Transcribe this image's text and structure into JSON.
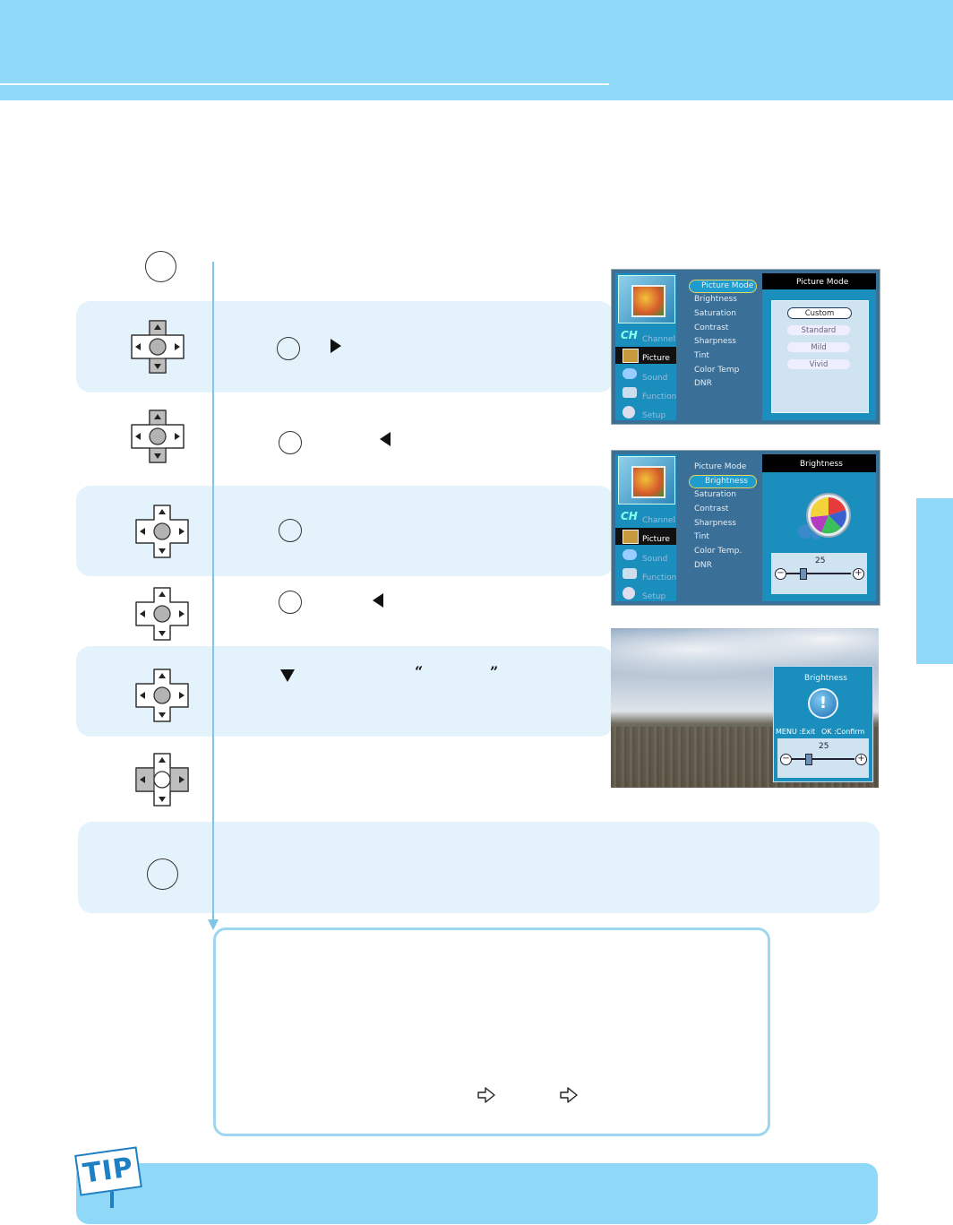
{
  "osd1": {
    "categories": [
      "Channel",
      "Picture",
      "Sound",
      "Function",
      "Setup"
    ],
    "menu_items": [
      "Picture Mode",
      "Brightness",
      "Saturation",
      "Contrast",
      "Sharpness",
      "Tint",
      "Color Temp",
      "DNR"
    ],
    "selected_item": "Picture Mode",
    "panel_title": "Picture Mode",
    "options": [
      "Custom",
      "Standard",
      "Mild",
      "Vivid"
    ],
    "selected_option": "Custom"
  },
  "osd2": {
    "categories": [
      "Channel",
      "Picture",
      "Sound",
      "Function",
      "Setup"
    ],
    "menu_items": [
      "Picture Mode",
      "Brightness",
      "Saturation",
      "Contrast",
      "Sharpness",
      "Tint",
      "Color Temp.",
      "DNR"
    ],
    "selected_item": "Brightness",
    "panel_title": "Brightness",
    "slider_value": "25",
    "slider_fraction": 0.25
  },
  "osd3": {
    "title": "Brightness",
    "hint_exit": "MENU :Exit",
    "hint_confirm": "OK :Confirm",
    "slider_value": "25",
    "slider_fraction": 0.25
  },
  "tip": {
    "label": "TIP"
  },
  "icons": {
    "circle_button": "round-button-icon",
    "dpad": "dpad-icon",
    "arrow_right": "triangle-right-icon",
    "arrow_left": "triangle-left-icon",
    "arrow_down": "triangle-down-icon",
    "menu_arrow": "outline-arrow-icon"
  },
  "colors": {
    "header": "#8fd8f7",
    "step_band": "#e4f3fb",
    "flow_line": "#7fc5e8",
    "osd_selected": "#1e9ccd",
    "osd_bg": "#2d5f86"
  }
}
